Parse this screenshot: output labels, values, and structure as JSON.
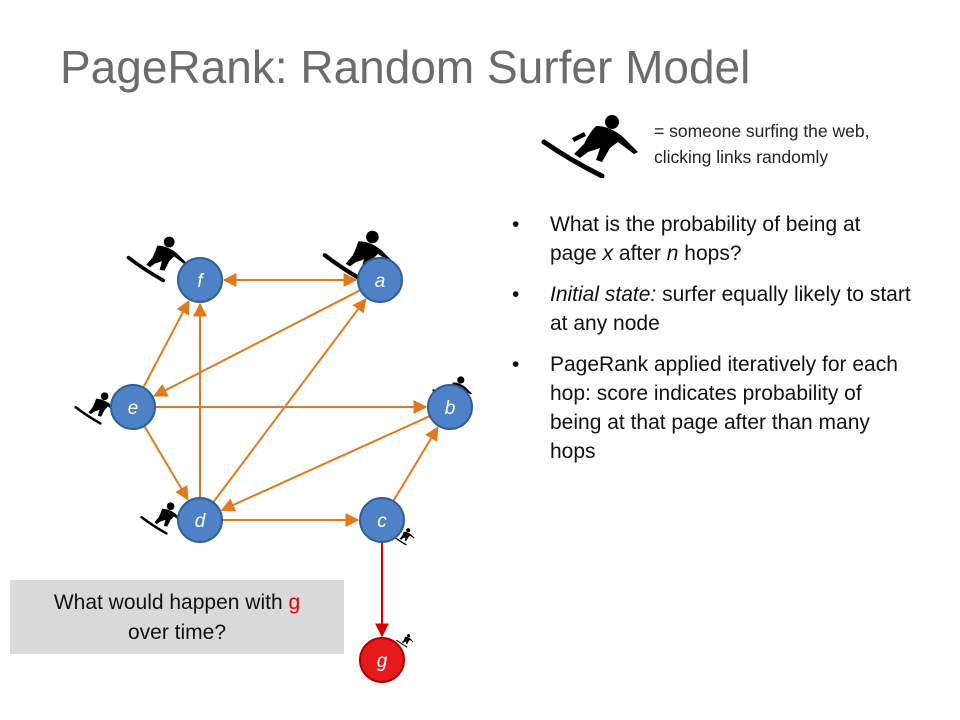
{
  "title": "PageRank: Random Surfer Model",
  "legend": {
    "line1": "= someone surfing the web,",
    "line2": "clicking links randomly"
  },
  "bullets": [
    {
      "parts": [
        {
          "t": "What is the probability of being at page "
        },
        {
          "t": "x",
          "i": true
        },
        {
          "t": " after "
        },
        {
          "t": "n",
          "i": true
        },
        {
          "t": " hops?"
        }
      ]
    },
    {
      "parts": [
        {
          "t": "Initial state:",
          "i": true
        },
        {
          "t": " surfer equally likely to start at any node"
        }
      ]
    },
    {
      "parts": [
        {
          "t": "PageRank applied iteratively for each hop: score indicates probability of being at that page after than many hops"
        }
      ]
    }
  ],
  "question": {
    "before": "What would happen with ",
    "highlight": "g",
    "after": " over time?"
  },
  "nodes": {
    "f": {
      "label": "f"
    },
    "a": {
      "label": "a"
    },
    "e": {
      "label": "e"
    },
    "b": {
      "label": "b"
    },
    "d": {
      "label": "d"
    },
    "c": {
      "label": "c"
    },
    "g": {
      "label": "g"
    }
  },
  "colors": {
    "node": "#4f81c7",
    "node_border": "#2e5f99",
    "node_special": "#e61a1a",
    "edge": "#e07a1f",
    "edge_special": "#d40000",
    "question_bg": "#d9d9d9"
  }
}
